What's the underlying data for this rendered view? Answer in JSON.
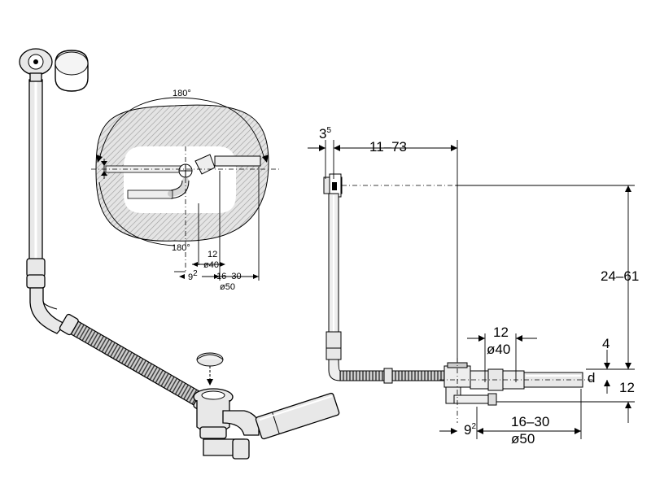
{
  "top_view": {
    "angle_top": "180°",
    "angle_bottom": "180°",
    "dim_12": "12",
    "dim_d40": "ø40",
    "dim_9": "9",
    "dim_9_sup": "2",
    "dim_16_30": "16–30",
    "dim_d50": "ø50"
  },
  "side_view": {
    "dim_3": "3",
    "dim_3_sup": "5",
    "dim_11_73": "11–73",
    "dim_24_61": "24–61",
    "dim_12": "12",
    "dim_d40": "ø40",
    "dim_4": "4",
    "dim_d": "d",
    "dim_12_right": "12",
    "dim_9": "9",
    "dim_9_sup": "2",
    "dim_16_30": "16–30",
    "dim_d50": "ø50"
  },
  "icons": [
    "overflow-rosette-icon",
    "cover-cap-icon",
    "drain-plug-icon"
  ]
}
